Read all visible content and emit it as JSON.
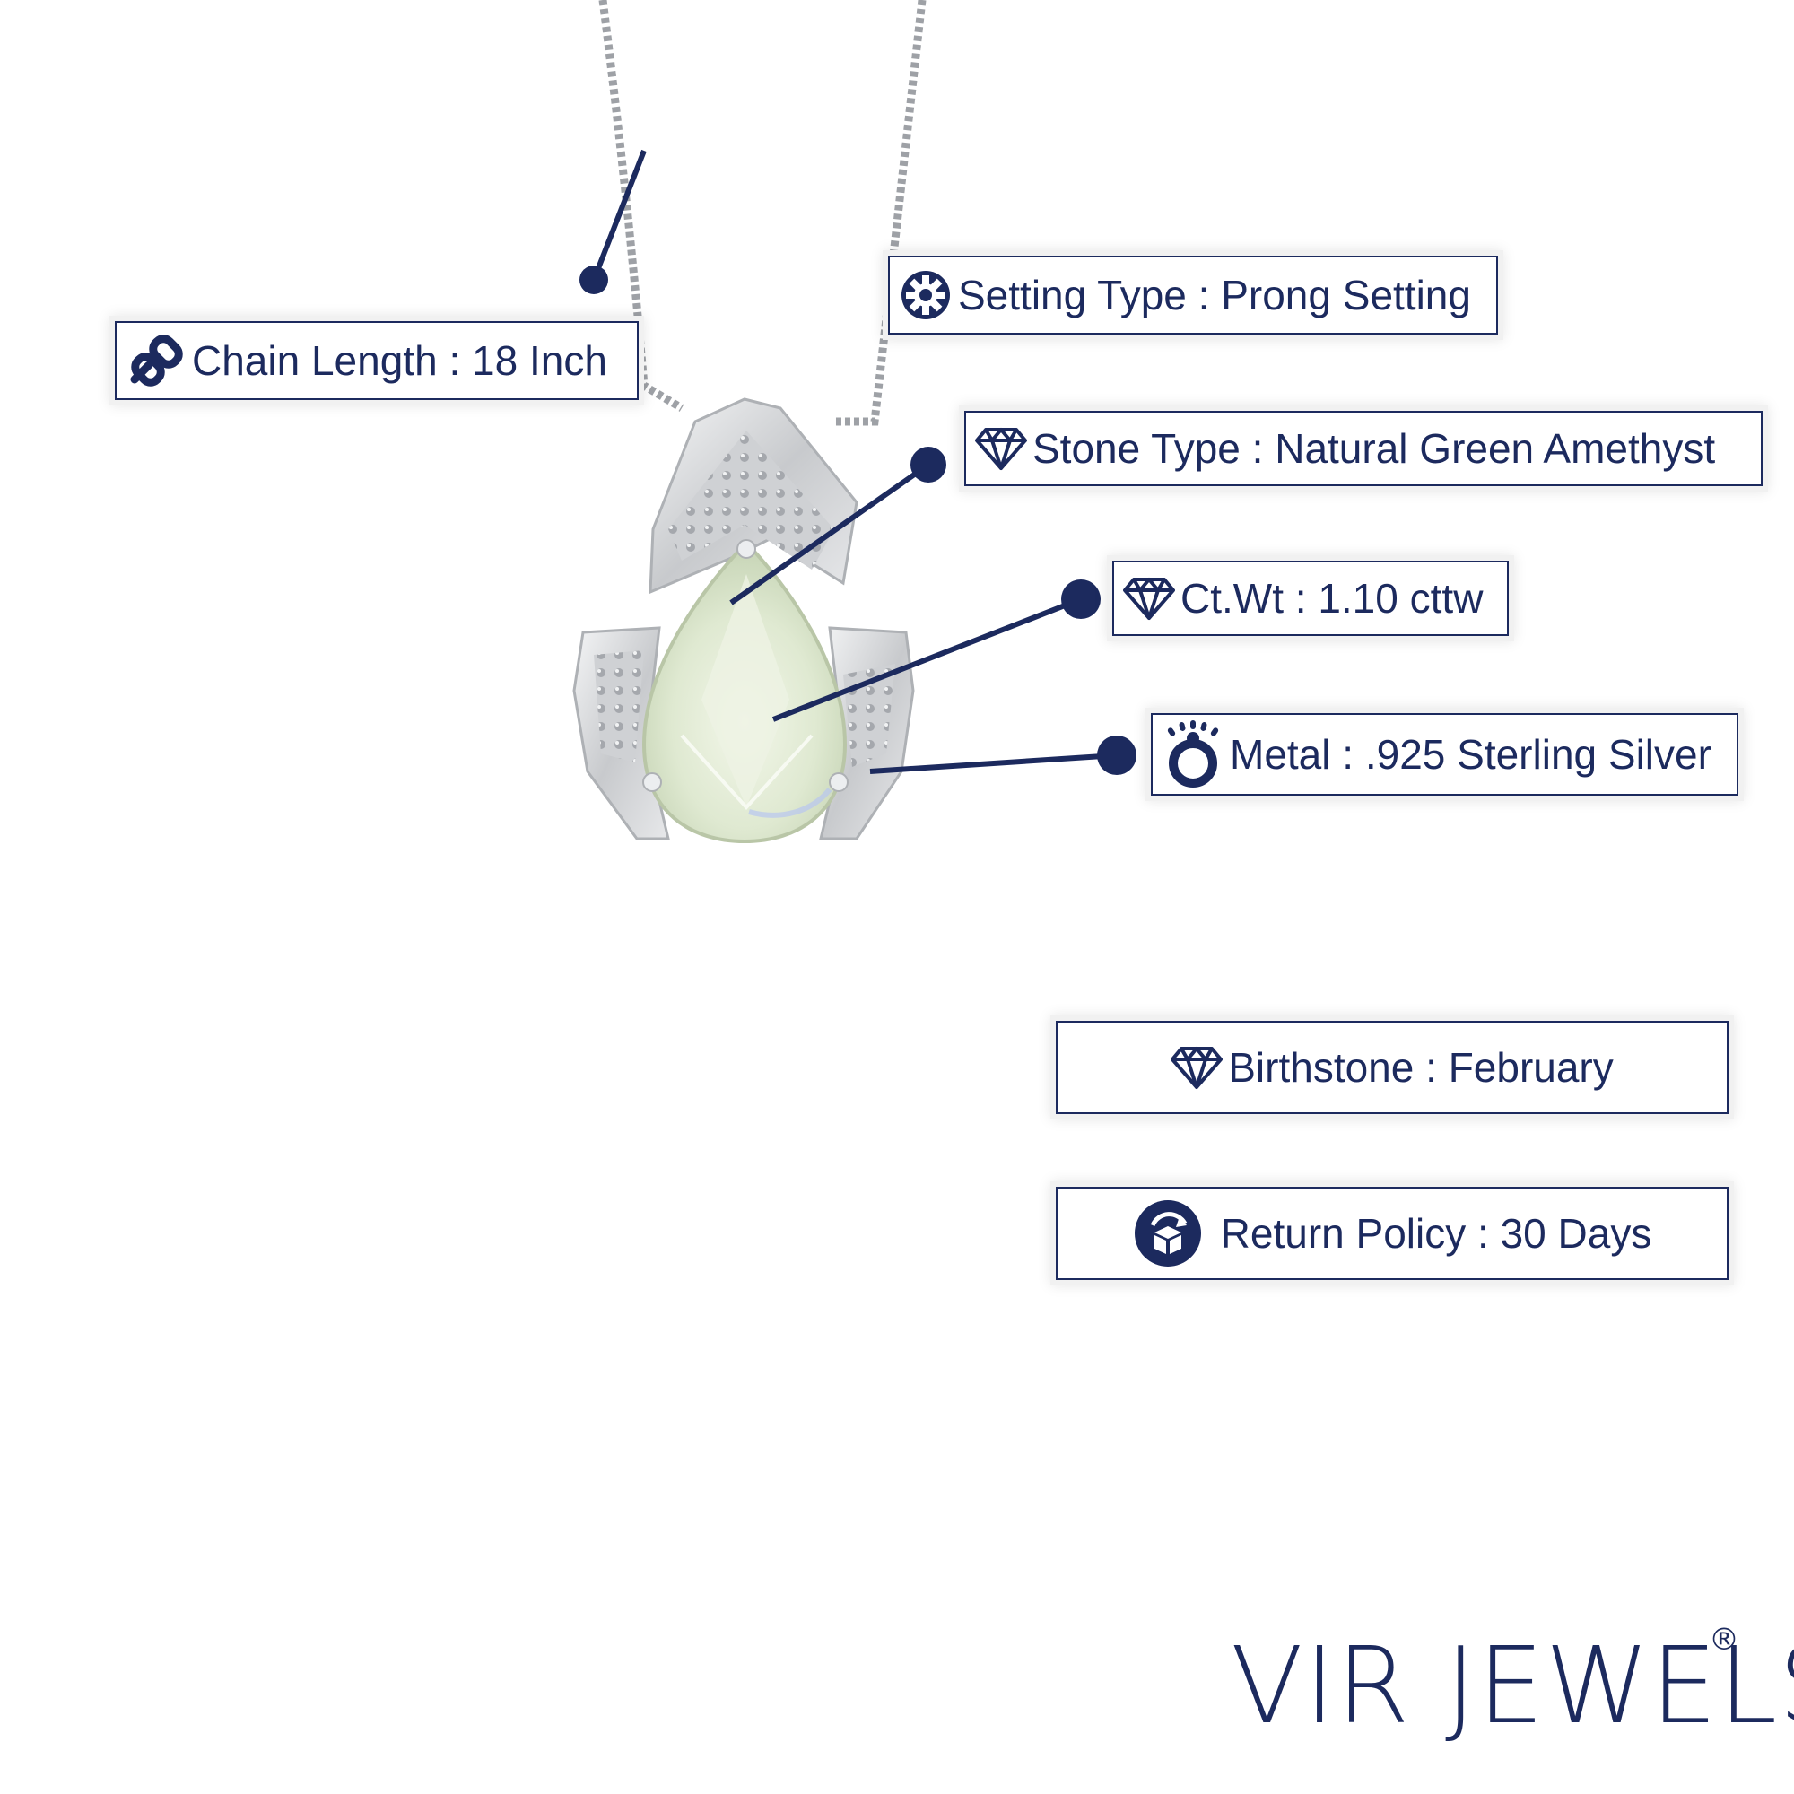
{
  "brand": {
    "name": "VIR JEWELS",
    "registered_mark": "®"
  },
  "colors": {
    "navy": "#1c2a5e",
    "silver": "#c9cbce",
    "stone": "#dfe9d1"
  },
  "labels": {
    "chain_length": {
      "text": "Chain Length : 18 Inch",
      "icon": "chain-link-icon"
    },
    "setting_type": {
      "text": "Setting Type : Prong Setting",
      "icon": "gear-icon"
    },
    "stone_type": {
      "text": "Stone Type : Natural Green Amethyst",
      "icon": "diamond-icon"
    },
    "carat_weight": {
      "text": "Ct.Wt : 1.10 cttw",
      "icon": "diamond-icon"
    },
    "metal": {
      "text": "Metal : .925 Sterling Silver",
      "icon": "ring-icon"
    },
    "birthstone": {
      "text": "Birthstone : February",
      "icon": "diamond-icon"
    },
    "return_policy": {
      "text": "Return Policy : 30 Days",
      "icon": "return-box-icon"
    }
  }
}
